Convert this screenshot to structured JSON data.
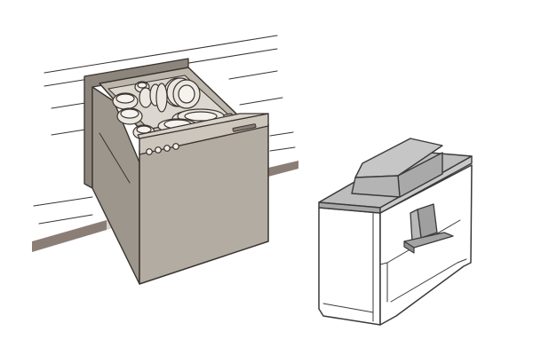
{
  "illustrations": [
    {
      "id": "built-in-dishwasher",
      "icon": "dishwasher-illustration",
      "contents": [
        "plates",
        "bowls",
        "cups"
      ],
      "control_buttons": 4,
      "colors": {
        "body": "#b3aca2",
        "body_light": "#ccc6bd",
        "counter_edge": "#8a7e76",
        "outline": "#3a3430"
      }
    },
    {
      "id": "countertop-dish-dryer",
      "icon": "dish-dryer-illustration",
      "colors": {
        "top": "#bdbdbd",
        "body": "#ffffff",
        "outline": "#3a3a3a"
      }
    }
  ]
}
